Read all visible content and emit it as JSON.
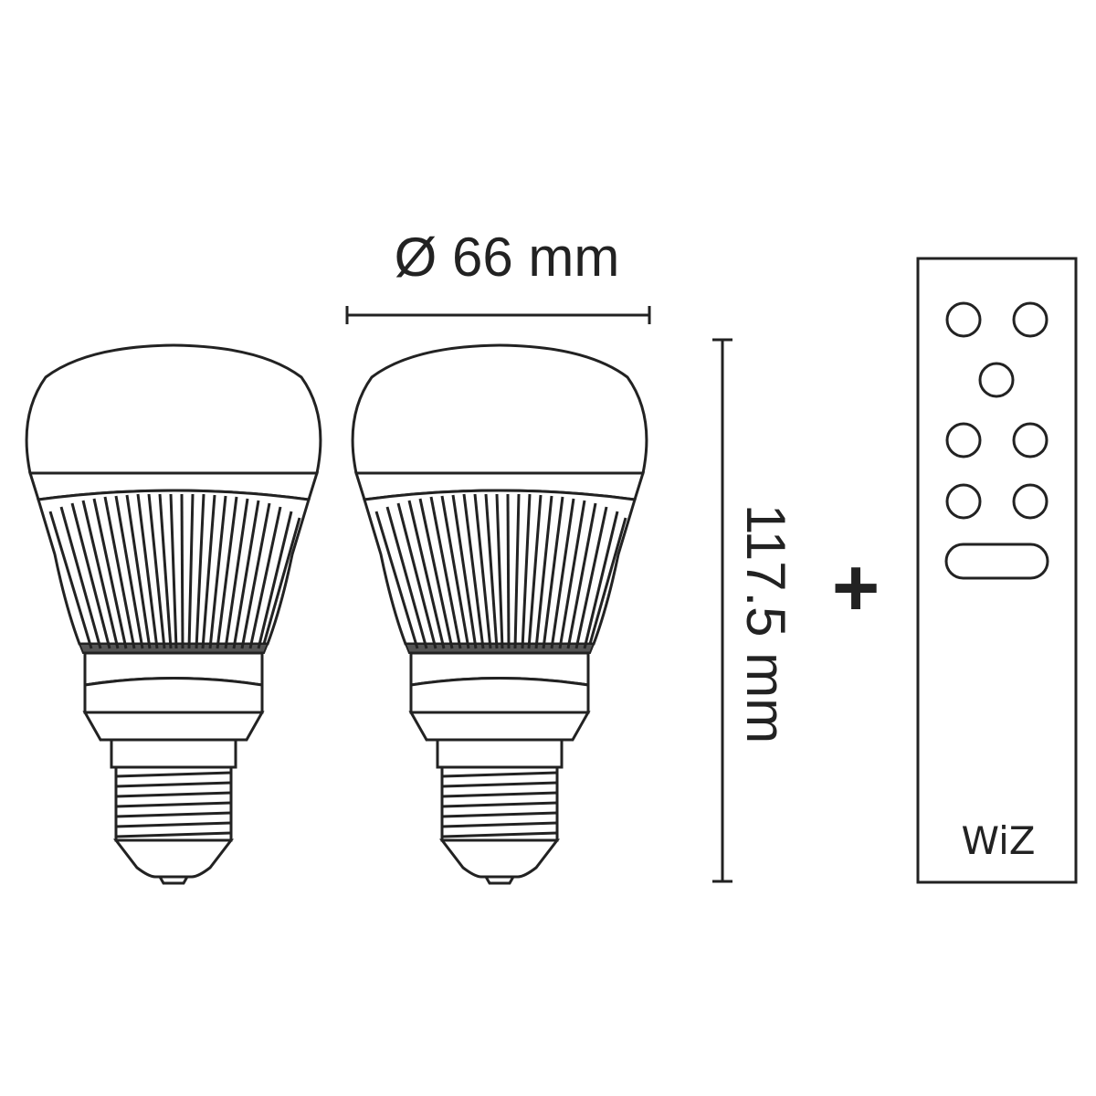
{
  "diagram": {
    "diameter_label": "Ø 66 mm",
    "height_label": "117.5 mm",
    "plus_symbol": "+",
    "bulb_count": 2,
    "remote_brand": "WiZ",
    "colors": {
      "stroke": "#222222",
      "background": "#ffffff"
    }
  }
}
